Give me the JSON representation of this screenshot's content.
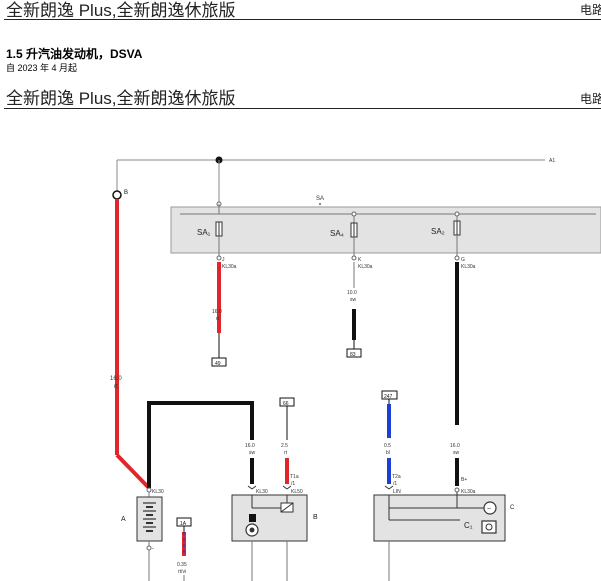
{
  "header": {
    "title": "全新朗逸 Plus,全新朗逸休旅版",
    "right": "电路"
  },
  "section": {
    "title": "1.5 升汽油发动机，DSVA",
    "subtitle": "自 2023 年 4 月起"
  },
  "diagram": {
    "top_ref": "A1",
    "wire_b_label": "B",
    "fuse_block_label": "SA",
    "fuses": [
      {
        "name": "SA₁",
        "pin": "J",
        "terminal": "KL30a",
        "size": "16.0",
        "color": "rt",
        "ref": "49"
      },
      {
        "name": "SA₄",
        "pin": "K",
        "terminal": "KL30a",
        "size": "10.0",
        "color": "sw",
        "ref": "83"
      },
      {
        "name": "SA₂",
        "pin": "G",
        "terminal": "KL30a"
      }
    ],
    "main_wire": {
      "size": "16.0",
      "color": "rt"
    },
    "battery": {
      "label": "A",
      "terminal": "KL30",
      "minus": "-"
    },
    "fuse_ref_small": "1A",
    "small_wire": {
      "size": "0.35",
      "color": "rt/vi"
    },
    "starter": {
      "label": "B",
      "ref_top": "66",
      "wire1": {
        "size": "16.0",
        "color": "sw",
        "terminal": "KL30"
      },
      "wire2": {
        "size": "2.5",
        "color": "rt",
        "conn": "T1a",
        "pin": "/1",
        "terminal": "KL50"
      }
    },
    "generator": {
      "label": "C",
      "ref_top": "247",
      "lin_wire": {
        "size": "0.5",
        "color": "bl",
        "conn": "T2a",
        "pin": "/1",
        "terminal": "LIN"
      },
      "bplus_wire": {
        "size": "16.0",
        "color": "sw",
        "pin": "B+",
        "terminal": "KL30a"
      },
      "internal": "C₁"
    }
  },
  "colors": {
    "red": "#e0262a",
    "black": "#111111",
    "blue": "#1c3fd6",
    "grey_box": "#e3e3e3"
  }
}
